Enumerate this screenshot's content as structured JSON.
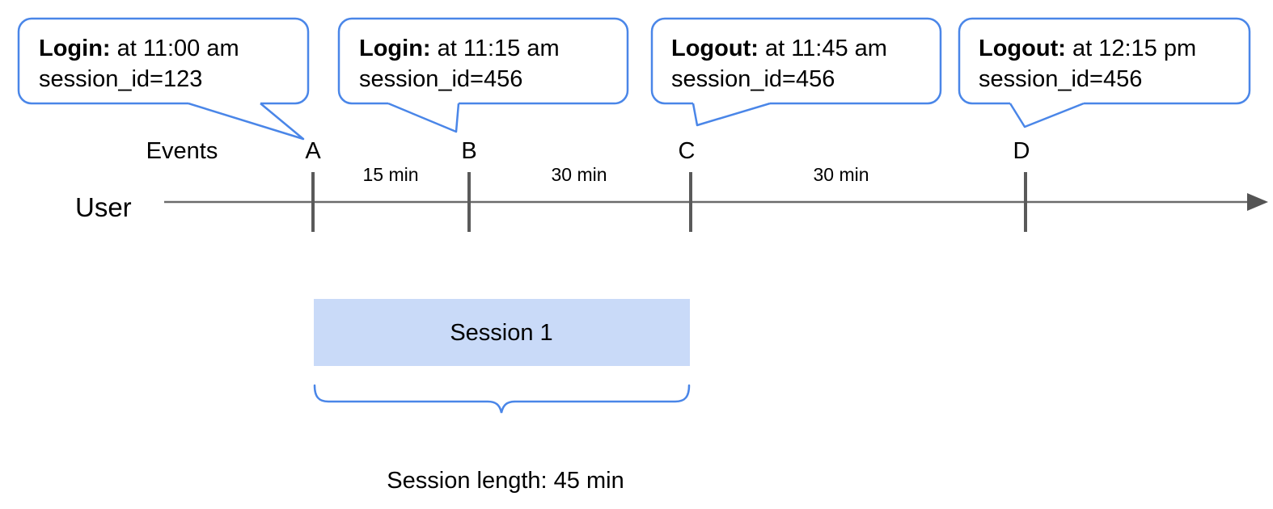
{
  "colors": {
    "accent": "#4a86e8",
    "session_fill": "#c9daf8",
    "timeline": "#6b6b6b",
    "tick": "#5a5a5a",
    "arrow": "#545454",
    "text": "#000000"
  },
  "callouts": [
    {
      "event": "A",
      "label": "Login:",
      "rest": " at 11:00 am",
      "line2": "session_id=123"
    },
    {
      "event": "B",
      "label": "Login:",
      "rest": " at 11:15 am",
      "line2": "session_id=456"
    },
    {
      "event": "C",
      "label": "Logout:",
      "rest": " at 11:45 am",
      "line2": "session_id=456"
    },
    {
      "event": "D",
      "label": "Logout:",
      "rest": " at 12:15 pm",
      "line2": "session_id=456"
    }
  ],
  "timeline": {
    "events_label": "Events",
    "user_label": "User",
    "events": [
      "A",
      "B",
      "C",
      "D"
    ],
    "intervals": [
      "15 min",
      "30 min",
      "30 min"
    ]
  },
  "session": {
    "label": "Session 1",
    "length_label": "Session length: 45 min"
  }
}
